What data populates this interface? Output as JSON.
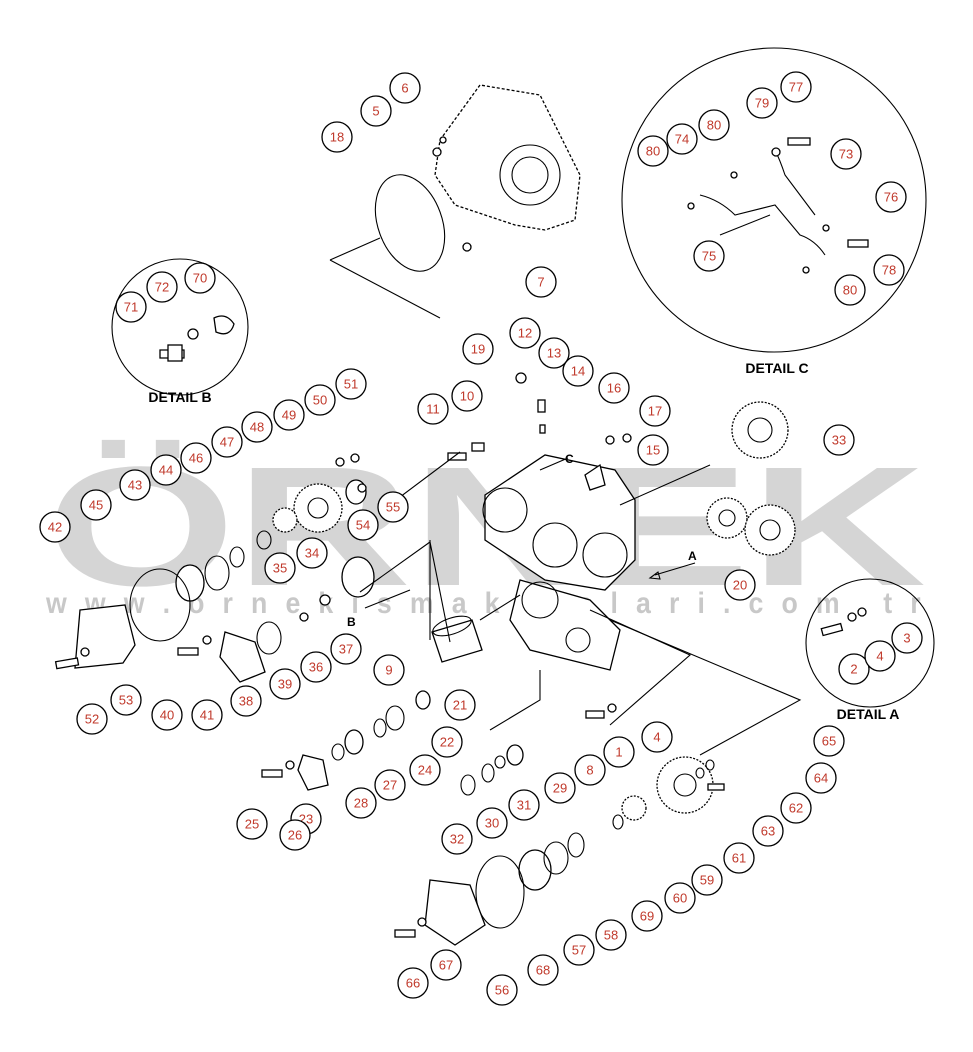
{
  "watermark": {
    "brand": "ÖRNEK",
    "url": "w w w . o r n e k i s m a k i n a l a r i . c o m . t r"
  },
  "details": {
    "a": "DETAIL A",
    "b": "DETAIL B",
    "c": "DETAIL C"
  },
  "view_marks": {
    "a": "A",
    "b": "B",
    "c": "C"
  },
  "callouts": [
    "1",
    "2",
    "3",
    "4",
    "4",
    "5",
    "6",
    "7",
    "8",
    "9",
    "10",
    "11",
    "12",
    "13",
    "14",
    "15",
    "16",
    "17",
    "18",
    "19",
    "20",
    "21",
    "22",
    "23",
    "24",
    "25",
    "26",
    "27",
    "28",
    "29",
    "30",
    "31",
    "32",
    "33",
    "34",
    "35",
    "36",
    "37",
    "38",
    "39",
    "40",
    "41",
    "42",
    "43",
    "44",
    "45",
    "46",
    "47",
    "48",
    "49",
    "50",
    "51",
    "52",
    "53",
    "54",
    "55",
    "56",
    "57",
    "58",
    "59",
    "60",
    "61",
    "62",
    "63",
    "64",
    "65",
    "66",
    "67",
    "68",
    "69",
    "70",
    "71",
    "72",
    "73",
    "74",
    "75",
    "76",
    "77",
    "78",
    "79",
    "80",
    "80",
    "80",
    "80"
  ],
  "colors": {
    "callout_text": "#c0392b",
    "line": "#000000",
    "watermark": "#d5d5d5"
  }
}
